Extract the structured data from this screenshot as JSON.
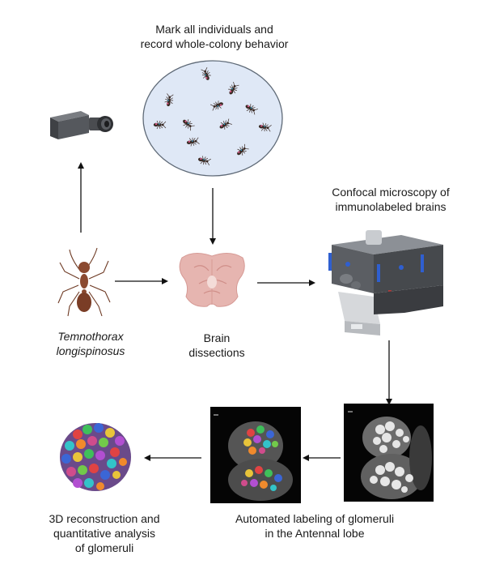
{
  "steps": {
    "mark": {
      "line1": "Mark all individuals and",
      "line2": "record whole-colony behavior"
    },
    "species": {
      "line1": "Temnothorax",
      "line2": "longispinosus"
    },
    "dissection": {
      "line1": "Brain",
      "line2": "dissections"
    },
    "confocal": {
      "line1": "Confocal microscopy of",
      "line2": "immunolabeled brains"
    },
    "labeling": {
      "line1": "Automated labeling of glomeruli",
      "line2": "in the Antennal lobe"
    },
    "reconstruction": {
      "line1": "3D reconstruction and",
      "line2": "quantitative analysis",
      "line3": "of glomeruli"
    }
  },
  "icons": [
    "camera-icon",
    "ant-colony-arena",
    "ant-icon",
    "brain-icon",
    "confocal-microscope-icon",
    "grayscale-antennal-lobe-image",
    "labeled-antennal-lobe-image",
    "glomeruli-3d-reconstruction"
  ],
  "colors": {
    "arena_fill": "#dfe8f6",
    "arena_stroke": "#5f6a77",
    "ant_body": "#8b4a30",
    "brain": "#e6b5b0",
    "microscope_body": "#5b5e63",
    "microscope_accent": "#2f5fd0"
  }
}
